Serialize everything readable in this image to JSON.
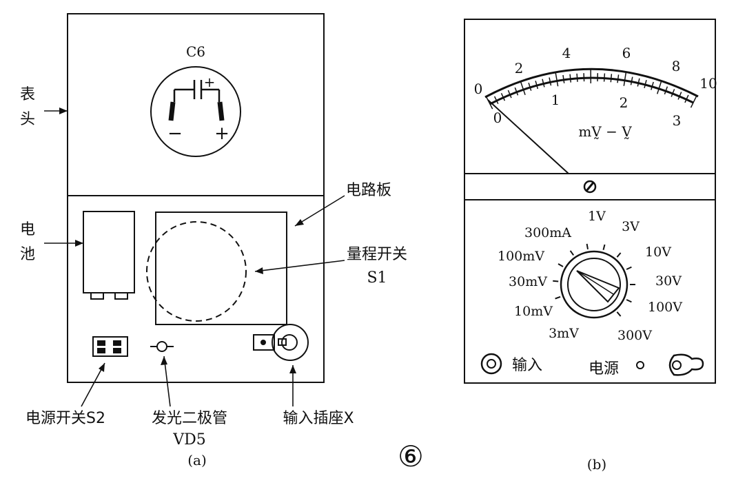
{
  "panel_a": {
    "capacitor_label": "C6",
    "cap_minus": "−",
    "cap_plus": "+",
    "cap_plus_small": "+",
    "meter_head_label": [
      "表",
      "头"
    ],
    "battery_label": [
      "电",
      "池"
    ],
    "circuit_board_label": "电路板",
    "range_switch_label": [
      "量程开关",
      "S1"
    ],
    "power_switch_label": "电源开关S2",
    "led_label": [
      "发光二极管",
      "VD5"
    ],
    "input_socket_label": "输入插座X",
    "caption": "(a)"
  },
  "figure_number": "⑥",
  "panel_b": {
    "upper_scale": [
      "0",
      "2",
      "4",
      "6",
      "8",
      "10"
    ],
    "lower_scale": [
      "0",
      "1",
      "2",
      "3"
    ],
    "unit_label": "mV̰ − V̰",
    "ranges_left": [
      "300mA",
      "100mV",
      "30mV",
      "10mV",
      "3mV"
    ],
    "ranges_top": [
      "1V",
      "3V"
    ],
    "ranges_right": [
      "10V",
      "30V",
      "100V",
      "300V"
    ],
    "input_label": "输入",
    "power_label": "电源",
    "caption": "(b)"
  }
}
